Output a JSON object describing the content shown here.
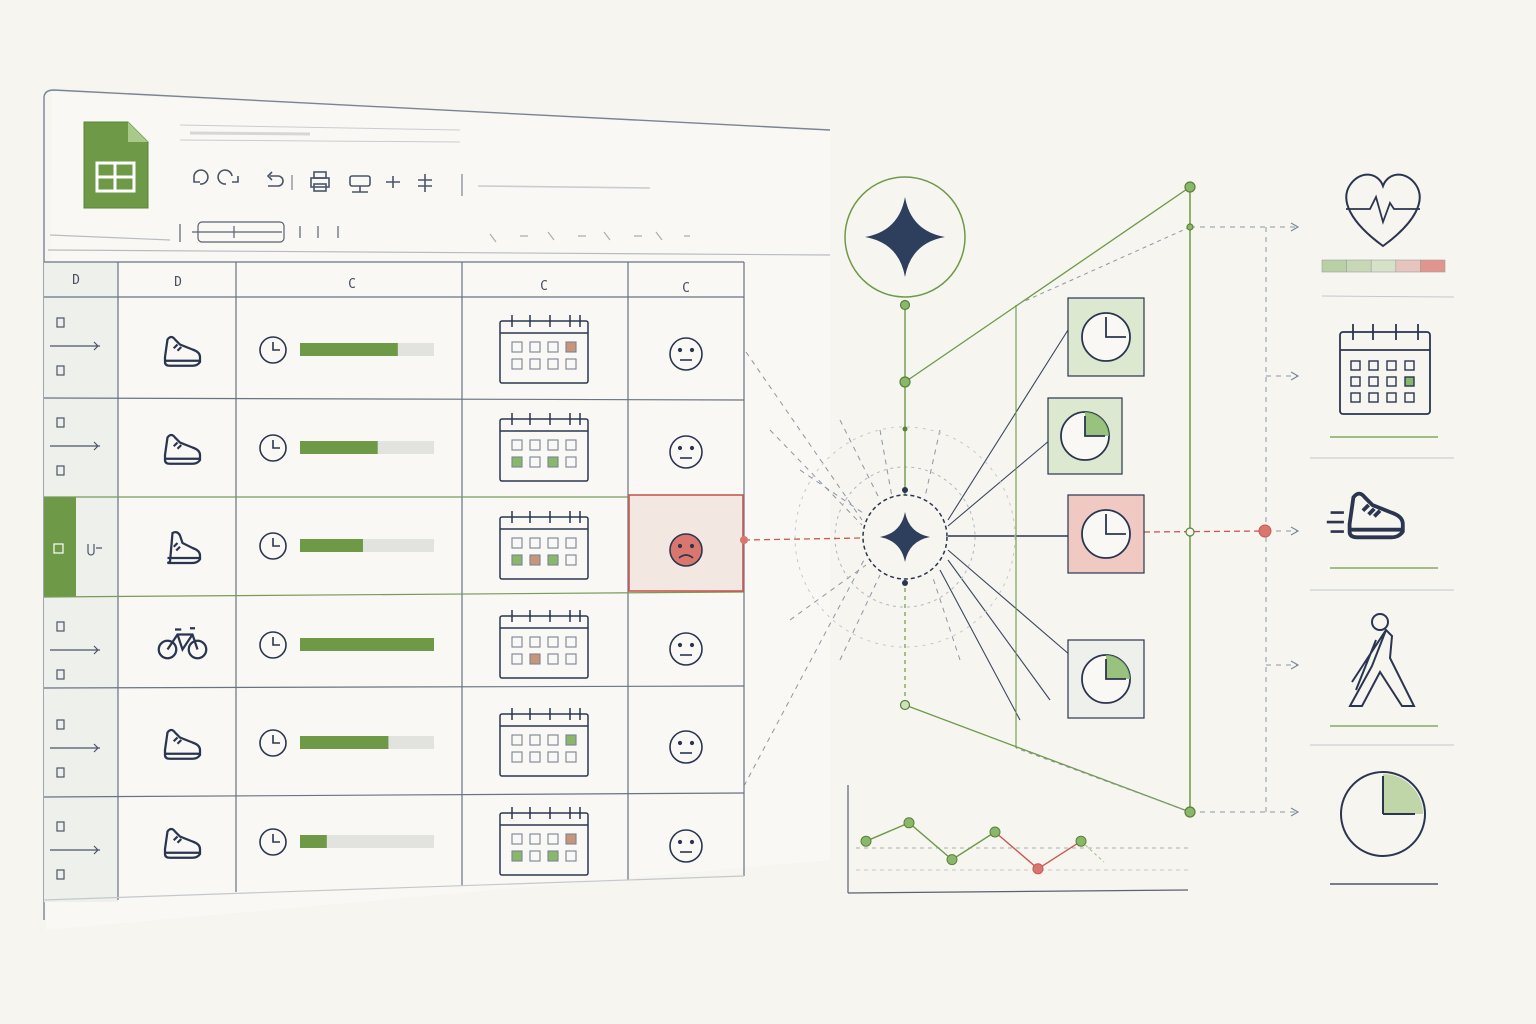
{
  "colors": {
    "background": "#f6f5f0",
    "ink": "#2a3550",
    "line": "#7a8a9a",
    "accent_green": "#6e9a48",
    "light_green": "#dce8cf",
    "accent_red": "#d9776f",
    "light_red": "#f0c9c3",
    "bar_track": "#e2e2de"
  },
  "spreadsheet": {
    "app_icon": "sheets-icon",
    "toolbar_icons": [
      "undo-icon",
      "redo-icon",
      "redo-icon",
      "print-icon",
      "paint-format-icon",
      "format-icon"
    ],
    "column_headers": [
      "D",
      "D",
      "C",
      "C",
      "C"
    ],
    "rows": [
      {
        "activity_icon": "shoe-icon",
        "duration_progress": 0.73,
        "calendar_marks": {
          "green": [],
          "red": [
            3
          ]
        },
        "mood": "neutral",
        "flagged": false
      },
      {
        "activity_icon": "shoe-icon",
        "duration_progress": 0.58,
        "calendar_marks": {
          "green": [
            4,
            6
          ],
          "red": []
        },
        "mood": "neutral",
        "flagged": false
      },
      {
        "activity_icon": "boot-icon",
        "duration_progress": 0.47,
        "calendar_marks": {
          "green": [
            4,
            6
          ],
          "red": [
            5
          ]
        },
        "mood": "sad",
        "flagged": true
      },
      {
        "activity_icon": "bicycle-icon",
        "duration_progress": 1.0,
        "calendar_marks": {
          "green": [],
          "red": [
            5
          ]
        },
        "mood": "neutral",
        "flagged": false
      },
      {
        "activity_icon": "shoe-icon",
        "duration_progress": 0.66,
        "calendar_marks": {
          "green": [
            3
          ],
          "red": []
        },
        "mood": "neutral",
        "flagged": false
      },
      {
        "activity_icon": "shoe-icon",
        "duration_progress": 0.2,
        "calendar_marks": {
          "green": [
            4,
            6
          ],
          "red": [
            3
          ]
        },
        "mood": "neutral",
        "flagged": false
      }
    ]
  },
  "hub": {
    "top_icon": "sparkle-icon",
    "center_icon": "sparkle-icon"
  },
  "clock_tiles": [
    {
      "fill": 0,
      "tone": "green"
    },
    {
      "fill": 0.25,
      "tone": "green"
    },
    {
      "fill": 0,
      "tone": "red"
    },
    {
      "fill": 0.25,
      "tone": "plain"
    }
  ],
  "trend_line": {
    "values": [
      4,
      6,
      2,
      5,
      1,
      4
    ],
    "point_tones": [
      "green",
      "green",
      "green",
      "green",
      "red",
      "green"
    ]
  },
  "outputs": [
    {
      "icon": "heart-pulse-icon",
      "scale": [
        "green",
        "green",
        "green",
        "red",
        "red"
      ]
    },
    {
      "icon": "calendar-icon"
    },
    {
      "icon": "shoe-icon"
    },
    {
      "icon": "stretch-figure-icon"
    },
    {
      "icon": "clock-quarter-icon",
      "fill": 0.25
    }
  ]
}
